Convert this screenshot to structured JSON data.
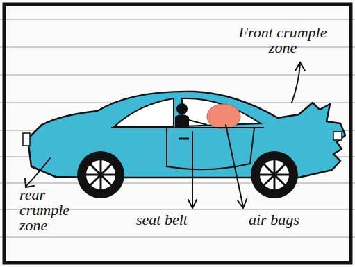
{
  "diagram": {
    "labels": [
      "Front crumple zone",
      "rear crumple zone",
      "seat belt",
      "air bags"
    ]
  }
}
